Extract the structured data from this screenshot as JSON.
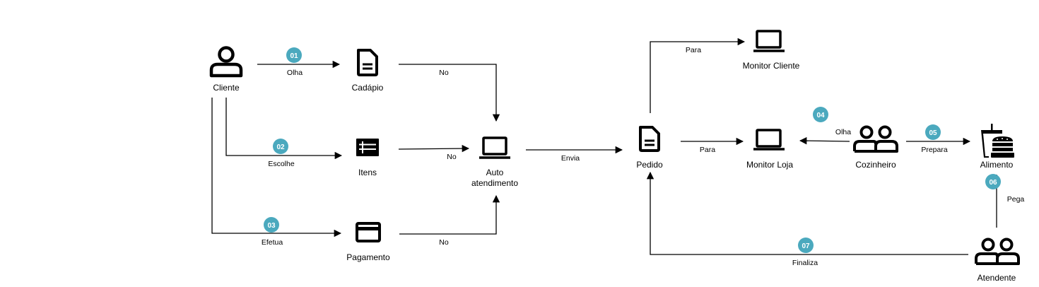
{
  "colors": {
    "badge": "#4BA9BE",
    "stroke": "#000000",
    "background": "#ffffff"
  },
  "nodes": {
    "cliente": {
      "label": "Cliente",
      "icon": "user-icon"
    },
    "cardapio": {
      "label": "Cadápio",
      "icon": "document-icon"
    },
    "itens": {
      "label": "Itens",
      "icon": "list-icon"
    },
    "pagamento": {
      "label": "Pagamento",
      "icon": "credit-card-icon"
    },
    "auto": {
      "label_line1": "Auto",
      "label_line2": "atendimento",
      "icon": "laptop-icon"
    },
    "pedido": {
      "label": "Pedido",
      "icon": "document-icon"
    },
    "monitor_cliente": {
      "label": "Monitor Cliente",
      "icon": "laptop-icon"
    },
    "monitor_loja": {
      "label": "Monitor Loja",
      "icon": "laptop-icon"
    },
    "cozinheiro": {
      "label": "Cozinheiro",
      "icon": "users-icon"
    },
    "alimento": {
      "label": "Alimento",
      "icon": "fastfood-icon"
    },
    "atendente": {
      "label": "Atendente",
      "icon": "users-icon"
    }
  },
  "edges": {
    "olha1": "Olha",
    "escolhe": "Escolhe",
    "efetua": "Efetua",
    "no_cardapio": "No",
    "no_itens": "No",
    "no_pagamento": "No",
    "envia": "Envia",
    "para_cliente": "Para",
    "para_loja": "Para",
    "olha2": "Olha",
    "prepara": "Prepara",
    "pega": "Pega",
    "finaliza": "Finaliza"
  },
  "badges": {
    "b01": "01",
    "b02": "02",
    "b03": "03",
    "b04": "04",
    "b05": "05",
    "b06": "06",
    "b07": "07"
  }
}
